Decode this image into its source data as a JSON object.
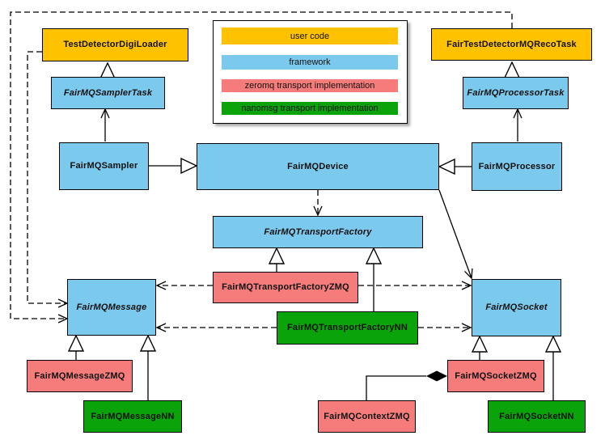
{
  "palette": {
    "user_code": "#FFC200",
    "framework": "#7CC9EE",
    "zeromq": "#F67C7C",
    "nanomsg": "#0AA30A",
    "line": "#000000",
    "background": "#FFFFFF"
  },
  "legend": {
    "items": [
      {
        "label": "user code",
        "color_key": "user_code"
      },
      {
        "label": "framework",
        "color_key": "framework"
      },
      {
        "label": "zeromq transport implementation",
        "color_key": "zeromq"
      },
      {
        "label": "nanomsg transport implementation",
        "color_key": "nanomsg"
      }
    ]
  },
  "nodes": {
    "test_detector_digi_loader": {
      "label": "TestDetectorDigiLoader",
      "category": "user code",
      "abstract": false
    },
    "fair_test_detector_mq_reco_task": {
      "label": "FairTestDetectorMQRecoTask",
      "category": "user code",
      "abstract": false
    },
    "fairmq_sampler_task": {
      "label": "FairMQSamplerTask",
      "category": "framework",
      "abstract": true
    },
    "fairmq_processor_task": {
      "label": "FairMQProcessorTask",
      "category": "framework",
      "abstract": true
    },
    "fairmq_sampler": {
      "label": "FairMQSampler",
      "category": "framework",
      "abstract": false
    },
    "fairmq_device": {
      "label": "FairMQDevice",
      "category": "framework",
      "abstract": false
    },
    "fairmq_processor": {
      "label": "FairMQProcessor",
      "category": "framework",
      "abstract": false
    },
    "fairmq_transport_factory": {
      "label": "FairMQTransportFactory",
      "category": "framework",
      "abstract": true
    },
    "fairmq_transport_factory_zmq": {
      "label": "FairMQTransportFactoryZMQ",
      "category": "zeromq transport implementation",
      "abstract": false
    },
    "fairmq_transport_factory_nn": {
      "label": "FairMQTransportFactoryNN",
      "category": "nanomsg transport implementation",
      "abstract": false
    },
    "fairmq_message": {
      "label": "FairMQMessage",
      "category": "framework",
      "abstract": true
    },
    "fairmq_socket": {
      "label": "FairMQSocket",
      "category": "framework",
      "abstract": true
    },
    "fairmq_message_zmq": {
      "label": "FairMQMessageZMQ",
      "category": "zeromq transport implementation",
      "abstract": false
    },
    "fairmq_message_nn": {
      "label": "FairMQMessageNN",
      "category": "nanomsg transport implementation",
      "abstract": false
    },
    "fairmq_socket_zmq": {
      "label": "FairMQSocketZMQ",
      "category": "zeromq transport implementation",
      "abstract": false
    },
    "fairmq_socket_nn": {
      "label": "FairMQSocketNN",
      "category": "nanomsg transport implementation",
      "abstract": false
    },
    "fairmq_context_zmq": {
      "label": "FairMQContextZMQ",
      "category": "zeromq transport implementation",
      "abstract": false
    }
  },
  "relations": [
    {
      "from": "FairMQSamplerTask",
      "to": "TestDetectorDigiLoader",
      "type": "inheritance",
      "arrow_at": "TestDetectorDigiLoader"
    },
    {
      "from": "FairMQProcessorTask",
      "to": "FairTestDetectorMQRecoTask",
      "type": "inheritance",
      "arrow_at": "FairTestDetectorMQRecoTask"
    },
    {
      "from": "FairMQSampler",
      "to": "FairMQDevice",
      "type": "inheritance",
      "arrow_at": "FairMQDevice"
    },
    {
      "from": "FairMQProcessor",
      "to": "FairMQDevice",
      "type": "inheritance",
      "arrow_at": "FairMQDevice"
    },
    {
      "from": "FairMQSampler",
      "to": "FairMQSamplerTask",
      "type": "association",
      "arrow_at": "FairMQSamplerTask"
    },
    {
      "from": "FairMQProcessor",
      "to": "FairMQProcessorTask",
      "type": "association",
      "arrow_at": "FairMQProcessorTask"
    },
    {
      "from": "FairMQDevice",
      "to": "FairMQTransportFactory",
      "type": "dependency",
      "arrow_at": "FairMQTransportFactory"
    },
    {
      "from": "FairMQDevice",
      "to": "FairMQSocket",
      "type": "association",
      "arrow_at": "FairMQSocket"
    },
    {
      "from": "FairMQTransportFactoryZMQ",
      "to": "FairMQTransportFactory",
      "type": "inheritance",
      "arrow_at": "FairMQTransportFactory"
    },
    {
      "from": "FairMQTransportFactoryNN",
      "to": "FairMQTransportFactory",
      "type": "inheritance",
      "arrow_at": "FairMQTransportFactory"
    },
    {
      "from": "FairMQTransportFactoryZMQ",
      "to": "FairMQMessage",
      "type": "dependency",
      "arrow_at": "FairMQMessage"
    },
    {
      "from": "FairMQTransportFactoryZMQ",
      "to": "FairMQSocket",
      "type": "dependency",
      "arrow_at": "FairMQSocket"
    },
    {
      "from": "FairMQTransportFactoryNN",
      "to": "FairMQMessage",
      "type": "dependency",
      "arrow_at": "FairMQMessage"
    },
    {
      "from": "FairMQTransportFactoryNN",
      "to": "FairMQSocket",
      "type": "dependency",
      "arrow_at": "FairMQSocket"
    },
    {
      "from": "TestDetectorDigiLoader",
      "to": "FairMQMessage",
      "type": "dependency",
      "arrow_at": "FairMQMessage"
    },
    {
      "from": "FairTestDetectorMQRecoTask",
      "to": "FairMQMessage",
      "type": "dependency",
      "arrow_at": "FairMQMessage"
    },
    {
      "from": "FairMQMessageZMQ",
      "to": "FairMQMessage",
      "type": "inheritance",
      "arrow_at": "FairMQMessage"
    },
    {
      "from": "FairMQMessageNN",
      "to": "FairMQMessage",
      "type": "inheritance",
      "arrow_at": "FairMQMessage"
    },
    {
      "from": "FairMQSocketZMQ",
      "to": "FairMQSocket",
      "type": "inheritance",
      "arrow_at": "FairMQSocket"
    },
    {
      "from": "FairMQSocketNN",
      "to": "FairMQSocket",
      "type": "inheritance",
      "arrow_at": "FairMQSocket"
    },
    {
      "from": "FairMQContextZMQ",
      "to": "FairMQSocketZMQ",
      "type": "composition",
      "arrow_at": "FairMQSocketZMQ"
    }
  ]
}
